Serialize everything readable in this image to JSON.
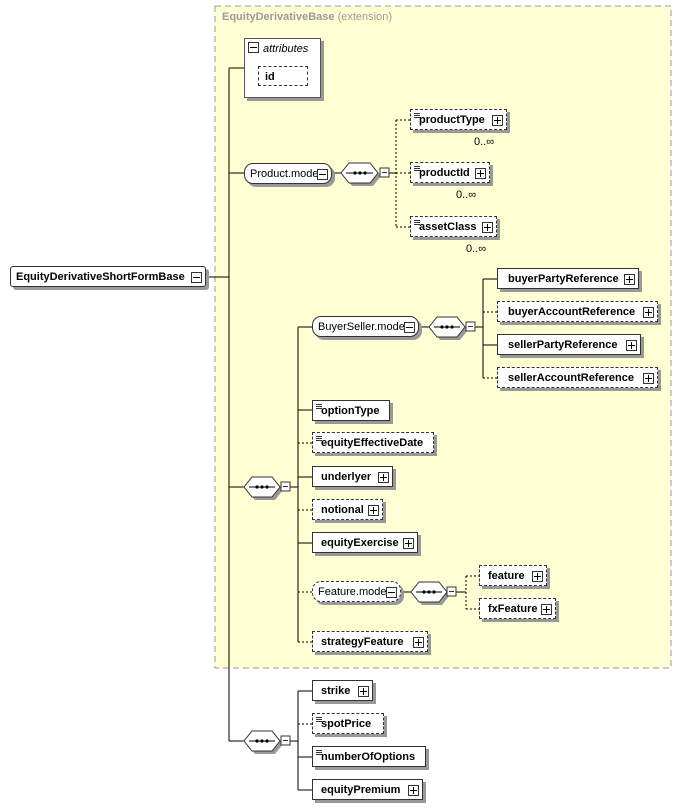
{
  "extension": {
    "title": "EquityDerivativeBase",
    "suffix": "(extension)"
  },
  "attributes": {
    "label": "attributes",
    "items": [
      "id"
    ]
  },
  "root": "EquityDerivativeShortFormBase",
  "product_model": {
    "label": "Product.model",
    "items": [
      {
        "label": "productType",
        "card": "0..∞"
      },
      {
        "label": "productId",
        "card": "0..∞"
      },
      {
        "label": "assetClass",
        "card": "0..∞"
      }
    ]
  },
  "buyer_seller_model": {
    "label": "BuyerSeller.model",
    "items": [
      "buyerPartyReference",
      "buyerAccountReference",
      "sellerPartyReference",
      "sellerAccountReference"
    ]
  },
  "sequence_items": [
    "optionType",
    "equityEffectiveDate",
    "underlyer",
    "notional",
    "equityExercise"
  ],
  "feature_model": {
    "label": "Feature.model",
    "items": [
      "feature",
      "fxFeature"
    ]
  },
  "strategy": "strategyFeature",
  "bottom_items": [
    "strike",
    "spotPrice",
    "numberOfOptions",
    "equityPremium"
  ],
  "colors": {
    "extension_bg": "#ffffd4",
    "extension_border": "#9a9a9a",
    "line": "#000000"
  }
}
